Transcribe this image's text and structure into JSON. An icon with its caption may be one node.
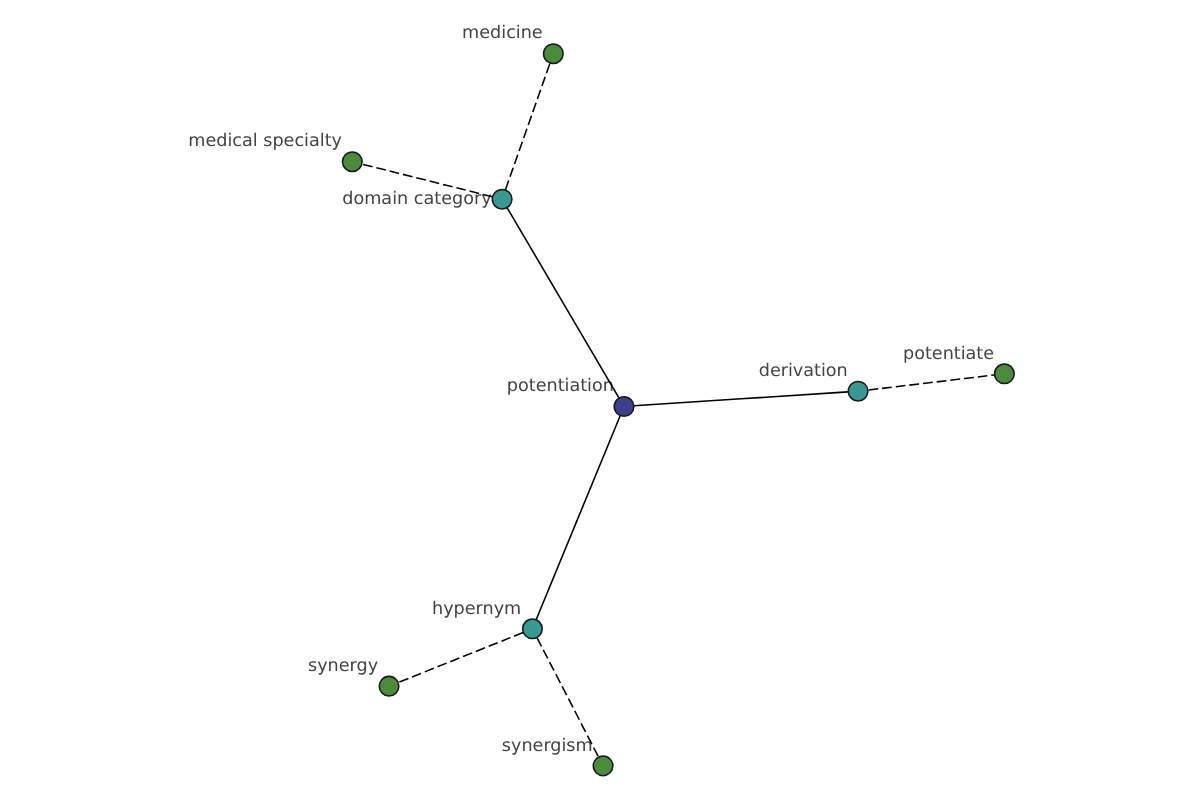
{
  "diagram": {
    "nodes": [
      {
        "text": [
          "potentiate"
        ]
      },
      {
        "text": [
          "synergism"
        ]
      },
      {
        "text": [
          "derivation"
        ]
      },
      {
        "text": [
          "synergy"
        ]
      },
      {
        "text": [
          "hypernym"
        ]
      },
      {
        "text": [
          "potentiation"
        ]
      },
      {
        "text": [
          "medicine"
        ]
      },
      {
        "text": [
          "domain category"
        ]
      },
      {
        "text": [
          "medical specialty"
        ]
      }
    ],
    "edges": [
      {
        "from": 5,
        "to": 4,
        "arrow": "none"
      },
      {
        "from": 5,
        "to": 2,
        "arrow": "none"
      },
      {
        "from": 5,
        "to": 7,
        "arrow": "none"
      },
      {
        "from": 4,
        "to": 1,
        "arrow": "none",
        "style": "dashed"
      },
      {
        "from": 4,
        "to": 3,
        "arrow": "none",
        "style": "dashed"
      },
      {
        "from": 2,
        "to": 0,
        "arrow": "none",
        "style": "dashed"
      },
      {
        "from": 7,
        "to": 6,
        "arrow": "none",
        "style": "dashed"
      },
      {
        "from": 7,
        "to": 8,
        "arrow": "none",
        "style": "dashed"
      }
    ]
  }
}
